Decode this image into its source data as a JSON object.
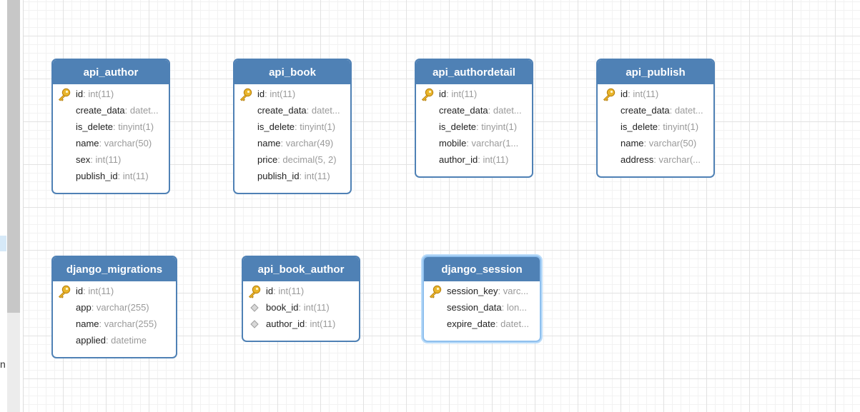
{
  "sidebar": {
    "partial_label": "n"
  },
  "colors": {
    "header": "#4f81b5",
    "border": "#4f81b5",
    "selected_border": "#8fc0ee",
    "field_name": "#222222",
    "field_type": "#9a9a9a"
  },
  "tables": [
    {
      "name": "api_author",
      "selected": false,
      "fields": [
        {
          "icon": "primary-key-icon",
          "name": "id",
          "type": ": int(11)"
        },
        {
          "icon": "none",
          "name": "create_data",
          "type": ": datet..."
        },
        {
          "icon": "none",
          "name": "is_delete",
          "type": ": tinyint(1)"
        },
        {
          "icon": "none",
          "name": "name",
          "type": ": varchar(50)"
        },
        {
          "icon": "none",
          "name": "sex",
          "type": ": int(11)"
        },
        {
          "icon": "none",
          "name": "publish_id",
          "type": ": int(11)"
        }
      ]
    },
    {
      "name": "api_book",
      "selected": false,
      "fields": [
        {
          "icon": "primary-key-icon",
          "name": "id",
          "type": ": int(11)"
        },
        {
          "icon": "none",
          "name": "create_data",
          "type": ": datet..."
        },
        {
          "icon": "none",
          "name": "is_delete",
          "type": ": tinyint(1)"
        },
        {
          "icon": "none",
          "name": "name",
          "type": ": varchar(49)"
        },
        {
          "icon": "none",
          "name": "price",
          "type": ": decimal(5, 2)"
        },
        {
          "icon": "none",
          "name": "publish_id",
          "type": ": int(11)"
        }
      ]
    },
    {
      "name": "api_authordetail",
      "selected": false,
      "fields": [
        {
          "icon": "primary-key-icon",
          "name": "id",
          "type": ": int(11)"
        },
        {
          "icon": "none",
          "name": "create_data",
          "type": ": datet..."
        },
        {
          "icon": "none",
          "name": "is_delete",
          "type": ": tinyint(1)"
        },
        {
          "icon": "none",
          "name": "mobile",
          "type": ": varchar(1..."
        },
        {
          "icon": "none",
          "name": "author_id",
          "type": ": int(11)"
        }
      ]
    },
    {
      "name": "api_publish",
      "selected": false,
      "fields": [
        {
          "icon": "primary-key-icon",
          "name": "id",
          "type": ": int(11)"
        },
        {
          "icon": "none",
          "name": "create_data",
          "type": ": datet..."
        },
        {
          "icon": "none",
          "name": "is_delete",
          "type": ": tinyint(1)"
        },
        {
          "icon": "none",
          "name": "name",
          "type": ": varchar(50)"
        },
        {
          "icon": "none",
          "name": "address",
          "type": ": varchar(..."
        }
      ]
    },
    {
      "name": "django_migrations",
      "selected": false,
      "fields": [
        {
          "icon": "primary-key-icon",
          "name": "id",
          "type": ": int(11)"
        },
        {
          "icon": "none",
          "name": "app",
          "type": ": varchar(255)"
        },
        {
          "icon": "none",
          "name": "name",
          "type": ": varchar(255)"
        },
        {
          "icon": "none",
          "name": "applied",
          "type": ": datetime"
        }
      ]
    },
    {
      "name": "api_book_author",
      "selected": false,
      "fields": [
        {
          "icon": "primary-key-icon",
          "name": "id",
          "type": ": int(11)"
        },
        {
          "icon": "index-diamond-icon",
          "name": "book_id",
          "type": ": int(11)"
        },
        {
          "icon": "index-diamond-icon",
          "name": "author_id",
          "type": ": int(11)"
        }
      ]
    },
    {
      "name": "django_session",
      "selected": true,
      "fields": [
        {
          "icon": "primary-key-icon",
          "name": "session_key",
          "type": ": varc..."
        },
        {
          "icon": "none",
          "name": "session_data",
          "type": ": lon..."
        },
        {
          "icon": "none",
          "name": "expire_date",
          "type": ": datet..."
        }
      ]
    }
  ]
}
